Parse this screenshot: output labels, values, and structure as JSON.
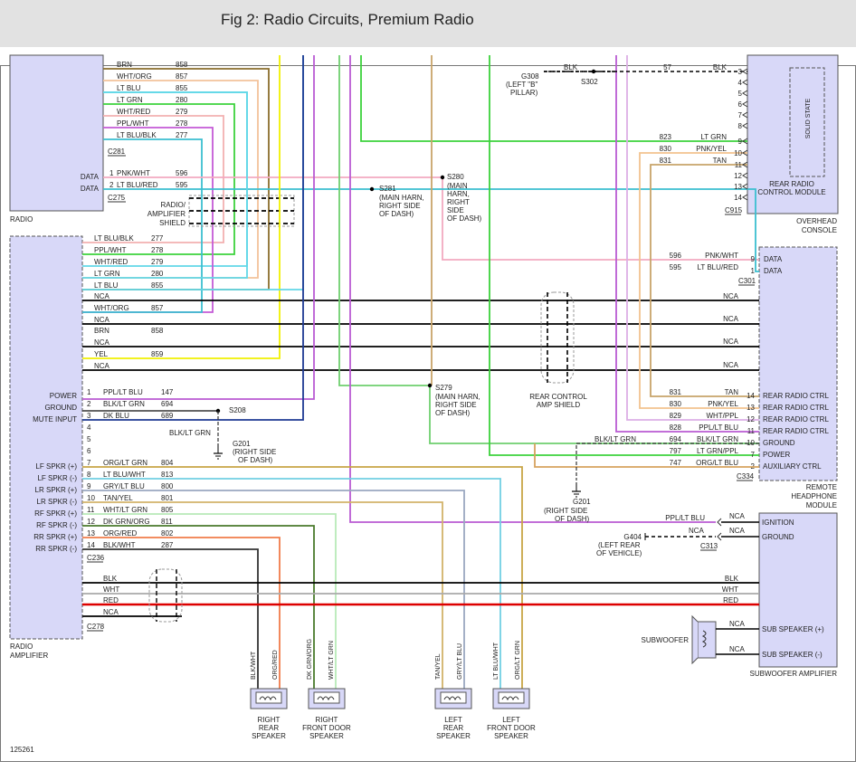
{
  "title": "Fig 2: Radio Circuits, Premium Radio",
  "figure_id": "125261",
  "colors": {
    "BRN": "#8a6d2c",
    "WHT/ORG": "#f3c29b",
    "LT BLU": "#62d8e8",
    "LT GRN": "#3cd23c",
    "WHT/RED": "#f3b0b0",
    "PPL/WHT": "#c45ad6",
    "LT BLU/BLK": "#3bbfd0",
    "YEL": "#f0f000",
    "PNK/WHT": "#f2a9c0",
    "LT BLU/RED": "#3bbfd0",
    "PPL/LT BLU": "#b95bd3",
    "BLK/LT GRN": "#333333",
    "DK BLU": "#1f3a93",
    "ORG/LT GRN": "#c8a545",
    "LT BLU/WHT": "#72cfe3",
    "GRY/LT BLU": "#9aa8c0",
    "TAN/YEL": "#d2b36a",
    "WHT/LT GRN": "#b8eab8",
    "DK GRN/ORG": "#4a7a2c",
    "ORG/RED": "#f07c4a",
    "BLK/WHT": "#333333",
    "TAN": "#c8a46a",
    "PNK/YEL": "#f2c38f",
    "WHT/PPL": "#dcaee6",
    "LT GRN/PPL": "#6fcf6f",
    "ORG/LT BLU": "#d6a25e",
    "BLK": "#000000",
    "WHT": "#bbbbbb",
    "RED": "#dd0000",
    "NCA": "#000000",
    "box": "#d8d8f8"
  },
  "components": {
    "radio": {
      "label": "RADIO"
    },
    "radio_amplifier": {
      "label": "RADIO AMPLIFIER",
      "label2": "AMPLIFIER",
      "label1": "RADIO"
    },
    "rear_radio_control_module": {
      "line1": "REAR RADIO",
      "line2": "CONTROL MODULE",
      "inner": "SOLID STATE"
    },
    "overhead_console": {
      "line1": "OVERHEAD",
      "line2": "CONSOLE"
    },
    "remote_headphone_module": {
      "line1": "REMOTE",
      "line2": "HEADPHONE",
      "line3": "MODULE"
    },
    "subwoofer_amplifier": {
      "label": "SUBWOOFER AMPLIFIER"
    },
    "subwoofer": {
      "label": "SUBWOOFER"
    },
    "speakers": [
      {
        "line1": "RIGHT",
        "line2": "REAR",
        "line3": "SPEAKER"
      },
      {
        "line1": "RIGHT",
        "line2": "FRONT DOOR",
        "line3": "SPEAKER"
      },
      {
        "line1": "LEFT",
        "line2": "REAR",
        "line3": "SPEAKER"
      },
      {
        "line1": "LEFT",
        "line2": "FRONT DOOR",
        "line3": "SPEAKER"
      }
    ]
  },
  "connectors": {
    "c281": "C281",
    "c275": "C275",
    "c236": "C236",
    "c278": "C278",
    "c915": "C915",
    "c301": "C301",
    "c334": "C334",
    "c313": "C313"
  },
  "radio_pins": [
    {
      "color": "BRN",
      "circuit": "858"
    },
    {
      "color": "WHT/ORG",
      "circuit": "857"
    },
    {
      "color": "LT BLU",
      "circuit": "855"
    },
    {
      "color": "LT GRN",
      "circuit": "280"
    },
    {
      "color": "WHT/RED",
      "circuit": "279"
    },
    {
      "color": "PPL/WHT",
      "circuit": "278"
    },
    {
      "color": "LT BLU/BLK",
      "circuit": "277"
    }
  ],
  "radio_data": [
    {
      "pin": "1",
      "color": "PNK/WHT",
      "circuit": "596",
      "func": "DATA"
    },
    {
      "pin": "2",
      "color": "LT BLU/RED",
      "circuit": "595",
      "func": "DATA"
    }
  ],
  "amp_top": [
    {
      "color": "LT BLU/BLK",
      "circuit": "277"
    },
    {
      "color": "PPL/WHT",
      "circuit": "278"
    },
    {
      "color": "WHT/RED",
      "circuit": "279"
    },
    {
      "color": "LT GRN",
      "circuit": "280"
    },
    {
      "color": "LT BLU",
      "circuit": "855"
    },
    {
      "color": "NCA",
      "circuit": ""
    },
    {
      "color": "WHT/ORG",
      "circuit": "857"
    },
    {
      "color": "NCA",
      "circuit": ""
    },
    {
      "color": "BRN",
      "circuit": "858"
    },
    {
      "color": "NCA",
      "circuit": ""
    },
    {
      "color": "YEL",
      "circuit": "859"
    },
    {
      "color": "NCA",
      "circuit": ""
    }
  ],
  "amp_pins": [
    {
      "pin": "1",
      "func": "POWER",
      "color": "PPL/LT BLU",
      "circuit": "147"
    },
    {
      "pin": "2",
      "func": "GROUND",
      "color": "BLK/LT GRN",
      "circuit": "694"
    },
    {
      "pin": "3",
      "func": "MUTE INPUT",
      "color": "DK BLU",
      "circuit": "689"
    },
    {
      "pin": "4",
      "func": "",
      "color": "",
      "circuit": ""
    },
    {
      "pin": "5",
      "func": "",
      "color": "",
      "circuit": ""
    },
    {
      "pin": "6",
      "func": "",
      "color": "",
      "circuit": ""
    },
    {
      "pin": "7",
      "func": "LF SPKR (+)",
      "color": "ORG/LT GRN",
      "circuit": "804"
    },
    {
      "pin": "8",
      "func": "LF SPKR (-)",
      "color": "LT BLU/WHT",
      "circuit": "813"
    },
    {
      "pin": "9",
      "func": "LR SPKR (+)",
      "color": "GRY/LT BLU",
      "circuit": "800"
    },
    {
      "pin": "10",
      "func": "LR SPKR (-)",
      "color": "TAN/YEL",
      "circuit": "801"
    },
    {
      "pin": "11",
      "func": "RF SPKR (+)",
      "color": "WHT/LT GRN",
      "circuit": "805"
    },
    {
      "pin": "12",
      "func": "RF SPKR (-)",
      "color": "DK GRN/ORG",
      "circuit": "811"
    },
    {
      "pin": "13",
      "func": "RR SPKR (+)",
      "color": "ORG/RED",
      "circuit": "802"
    },
    {
      "pin": "14",
      "func": "RR SPKR (-)",
      "color": "BLK/WHT",
      "circuit": "287"
    }
  ],
  "amp_bottom": [
    {
      "color": "BLK",
      "label": "BLK"
    },
    {
      "color": "WHT",
      "label": "WHT"
    },
    {
      "color": "RED",
      "label": "RED"
    },
    {
      "color": "NCA",
      "label": "NCA"
    }
  ],
  "rrcm_pins": [
    {
      "pin": "3",
      "color": "BLK",
      "circuit": "57"
    },
    {
      "pin": "4",
      "color": "",
      "circuit": ""
    },
    {
      "pin": "5",
      "color": "",
      "circuit": ""
    },
    {
      "pin": "6",
      "color": "",
      "circuit": ""
    },
    {
      "pin": "7",
      "color": "",
      "circuit": ""
    },
    {
      "pin": "8",
      "color": "",
      "circuit": ""
    },
    {
      "pin": "9",
      "color": "LT GRN",
      "circuit": "823"
    },
    {
      "pin": "10",
      "color": "PNK/YEL",
      "circuit": "830"
    },
    {
      "pin": "11",
      "color": "TAN",
      "circuit": "831"
    },
    {
      "pin": "12",
      "color": "",
      "circuit": ""
    },
    {
      "pin": "13",
      "color": "",
      "circuit": ""
    },
    {
      "pin": "14",
      "color": "",
      "circuit": ""
    }
  ],
  "rhm_data": [
    {
      "pin": "9",
      "color": "PNK/WHT",
      "circuit": "596",
      "func": "DATA"
    },
    {
      "pin": "1",
      "color": "LT BLU/RED",
      "circuit": "595",
      "func": "DATA"
    }
  ],
  "rhm_ctrl": [
    {
      "pin": "14",
      "color": "TAN",
      "circuit": "831",
      "func": "REAR RADIO CTRL"
    },
    {
      "pin": "13",
      "color": "PNK/YEL",
      "circuit": "830",
      "func": "REAR RADIO CTRL"
    },
    {
      "pin": "12",
      "color": "WHT/PPL",
      "circuit": "829",
      "func": "REAR RADIO CTRL"
    },
    {
      "pin": "11",
      "color": "PPL/LT BLU",
      "circuit": "828",
      "func": "REAR RADIO CTRL"
    },
    {
      "pin": "10",
      "color": "BLK/LT GRN",
      "circuit": "694",
      "func": "GROUND"
    },
    {
      "pin": "7",
      "color": "LT GRN/PPL",
      "circuit": "797",
      "func": "POWER"
    },
    {
      "pin": "2",
      "color": "ORG/LT BLU",
      "circuit": "747",
      "func": "AUXILIARY CTRL"
    }
  ],
  "subamp_pins": [
    {
      "func": "IGNITION",
      "wire": "NCA",
      "feed": "PPL/LT BLU"
    },
    {
      "func": "GROUND",
      "wire": "NCA",
      "feed": "NCA"
    }
  ],
  "sub_speaker": [
    {
      "func": "SUB SPEAKER (+)",
      "wire": "NCA"
    },
    {
      "func": "SUB SPEAKER (-)",
      "wire": "NCA"
    }
  ],
  "splices": {
    "s281": {
      "name": "S281",
      "l1": "(MAIN HARN,",
      "l2": "RIGHT SIDE",
      "l3": "OF DASH)"
    },
    "s280": {
      "name": "S280",
      "l1": "(MAIN",
      "l2": "HARN,",
      "l3": "RIGHT",
      "l4": "SIDE",
      "l5": "OF DASH)"
    },
    "s279": {
      "name": "S279",
      "l1": "(MAIN HARN,",
      "l2": "RIGHT SIDE",
      "l3": "OF DASH)"
    },
    "s208": {
      "name": "S208"
    },
    "s302": {
      "name": "S302"
    }
  },
  "grounds": {
    "g308": {
      "name": "G308",
      "l1": "(LEFT \"B\"",
      "l2": "PILLAR)",
      "wire": "BLK"
    },
    "g201a": {
      "name": "G201",
      "l1": "(RIGHT SIDE",
      "l2": "OF DASH)",
      "wire": "BLK/LT GRN"
    },
    "g201b": {
      "name": "G201",
      "l1": "(RIGHT SIDE",
      "l2": "OF DASH)",
      "wire": "BLK/LT GRN"
    },
    "g404": {
      "name": "G404",
      "l1": "(LEFT REAR",
      "l2": "OF VEHICLE)"
    }
  },
  "shields": {
    "radio_amp": {
      "l1": "RADIO/",
      "l2": "AMPLIFIER",
      "l3": "SHIELD"
    },
    "rear_ctrl": {
      "l1": "REAR CONTROL",
      "l2": "AMP SHIELD"
    }
  },
  "labels": {
    "nca": "NCA",
    "ppl_lt_blu": "PPL/LT BLU"
  }
}
